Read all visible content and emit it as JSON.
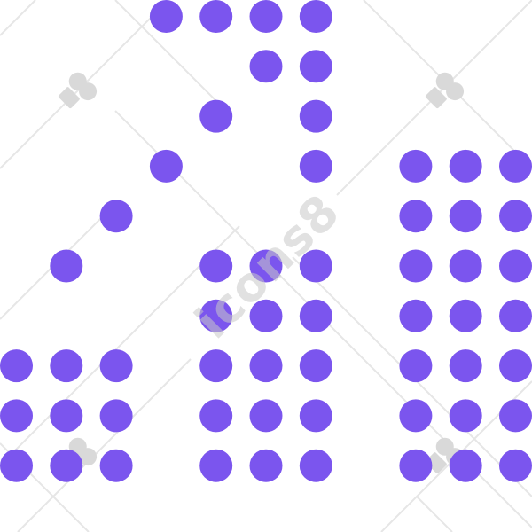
{
  "illustration": {
    "dot_color": "#7b55ee"
  },
  "watermark": {
    "text": "icons8",
    "color": "#d8d8d8",
    "logo_icon": "icons8-logo-icon"
  },
  "dot_grid": {
    "cols": 11,
    "rows": 10,
    "filled": [
      [
        3,
        0
      ],
      [
        4,
        0
      ],
      [
        5,
        0
      ],
      [
        6,
        0
      ],
      [
        5,
        1
      ],
      [
        6,
        1
      ],
      [
        4,
        2
      ],
      [
        6,
        2
      ],
      [
        3,
        3
      ],
      [
        6,
        3
      ],
      [
        8,
        3
      ],
      [
        9,
        3
      ],
      [
        10,
        3
      ],
      [
        2,
        4
      ],
      [
        8,
        4
      ],
      [
        9,
        4
      ],
      [
        10,
        4
      ],
      [
        1,
        5
      ],
      [
        4,
        5
      ],
      [
        5,
        5
      ],
      [
        6,
        5
      ],
      [
        8,
        5
      ],
      [
        9,
        5
      ],
      [
        10,
        5
      ],
      [
        4,
        6
      ],
      [
        5,
        6
      ],
      [
        6,
        6
      ],
      [
        8,
        6
      ],
      [
        9,
        6
      ],
      [
        10,
        6
      ],
      [
        0,
        7
      ],
      [
        1,
        7
      ],
      [
        2,
        7
      ],
      [
        4,
        7
      ],
      [
        5,
        7
      ],
      [
        6,
        7
      ],
      [
        8,
        7
      ],
      [
        9,
        7
      ],
      [
        10,
        7
      ],
      [
        0,
        8
      ],
      [
        1,
        8
      ],
      [
        2,
        8
      ],
      [
        4,
        8
      ],
      [
        5,
        8
      ],
      [
        6,
        8
      ],
      [
        8,
        8
      ],
      [
        9,
        8
      ],
      [
        10,
        8
      ],
      [
        0,
        9
      ],
      [
        1,
        9
      ],
      [
        2,
        9
      ],
      [
        4,
        9
      ],
      [
        5,
        9
      ],
      [
        6,
        9
      ],
      [
        8,
        9
      ],
      [
        9,
        9
      ],
      [
        10,
        9
      ]
    ]
  }
}
